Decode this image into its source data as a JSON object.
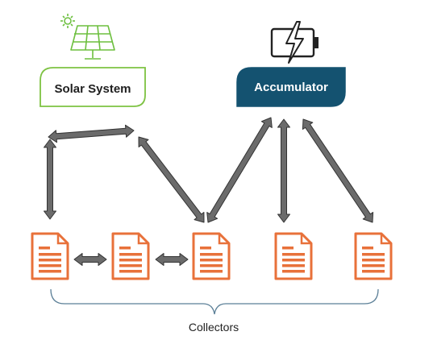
{
  "nodes": {
    "solar_system": {
      "label": "Solar System",
      "icon": "solar-panel-icon"
    },
    "accumulator": {
      "label": "Accumulator",
      "icon": "battery-charging-icon"
    },
    "collectors_label": "Collectors",
    "collector_icon": "document-icon",
    "collector_count": 5
  },
  "colors": {
    "solar_border": "#7dc242",
    "solar_icon": "#6dbf3f",
    "accumulator_fill": "#145270",
    "document_orange": "#e8713a",
    "arrow_fill": "#6b6b6b",
    "arrow_outline": "#333333",
    "brace": "#5b7f97"
  },
  "connections": [
    {
      "from": "solar_system",
      "to": "collector_1",
      "direction": "both"
    },
    {
      "from": "solar_system",
      "to": "collector_3",
      "direction": "both"
    },
    {
      "from": "accumulator",
      "to": "collector_3",
      "direction": "both"
    },
    {
      "from": "accumulator",
      "to": "collector_4",
      "direction": "both"
    },
    {
      "from": "accumulator",
      "to": "collector_5",
      "direction": "both"
    },
    {
      "from": "collector_1",
      "to": "collector_2",
      "direction": "both"
    },
    {
      "from": "collector_2",
      "to": "collector_3",
      "direction": "both"
    }
  ]
}
